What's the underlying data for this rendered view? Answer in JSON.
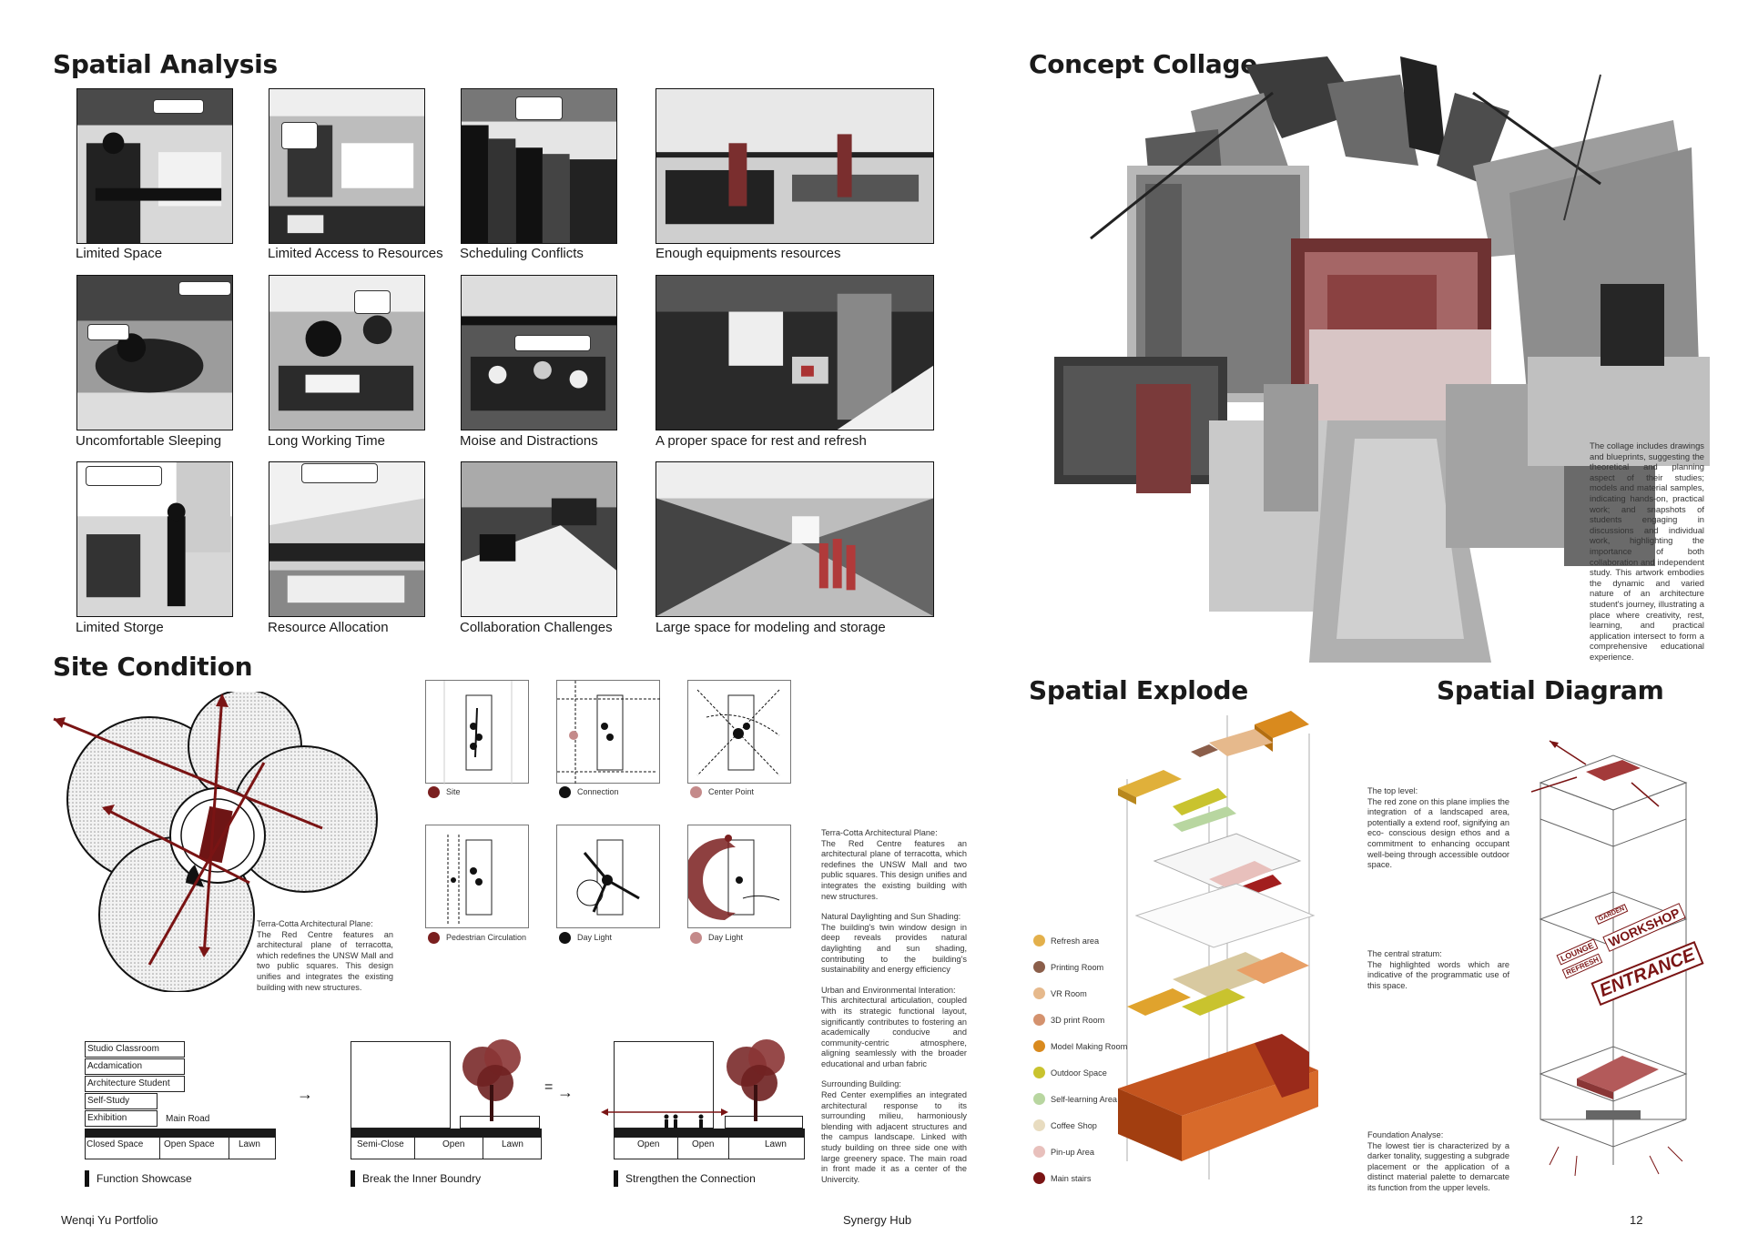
{
  "headings": {
    "spatial_analysis": "Spatial Analysis",
    "concept_collage": "Concept Collage",
    "site_condition": "Site Condition",
    "spatial_explode": "Spatial Explode",
    "spatial_diagram": "Spatial Diagram"
  },
  "photo_grid": [
    {
      "caption": "Limited Space"
    },
    {
      "caption": "Limited Access to Resources"
    },
    {
      "caption": "Scheduling Conflicts"
    },
    {
      "caption": "Enough equipments resources"
    },
    {
      "caption": "Uncomfortable Sleeping"
    },
    {
      "caption": "Long Working Time"
    },
    {
      "caption": "Moise and Distractions"
    },
    {
      "caption": "A proper space for rest and refresh"
    },
    {
      "caption": "Limited Storge"
    },
    {
      "caption": "Resource Allocation"
    },
    {
      "caption": "Collaboration Challenges"
    },
    {
      "caption": "Large space for modeling and storage"
    }
  ],
  "site": {
    "main_note_title": "Terra-Cotta Architectural Plane:",
    "main_note_body": "The Red Centre features an architectural plane of terracotta, which redefines the UNSW Mall and two public squares. This design unifies and integrates the existing building with new structures.",
    "minis": [
      {
        "label": "Site",
        "color": "#7a1f1f"
      },
      {
        "label": "Connection",
        "color": "#111111"
      },
      {
        "label": "Center Point",
        "color": "#c48a8a"
      },
      {
        "label": "Pedestrian Circulation",
        "color": "#7a1f1f"
      },
      {
        "label": "Day Light",
        "color": "#111111"
      },
      {
        "label": "Day Light",
        "color": "#c48a8a"
      }
    ],
    "paras": [
      {
        "title": "Terra-Cotta Architectural Plane:",
        "body": "The Red Centre features an architectural plane of terracotta, which redefines the UNSW Mall and two public squares. This design unifies and integrates the existing building with new structures."
      },
      {
        "title": "Natural Daylighting and Sun Shading:",
        "body": "The building's twin window design in deep reveals provides natural daylighting and sun shading, contributing to the building's sustainability and energy efficiency"
      },
      {
        "title": "Urban and Environmental Interation:",
        "body": "This architectural articulation, coupled with its strategic functional layout, significantly contributes to fostering an academically conducive and community-centric atmosphere, aligning seamlessly with the broader educational and urban fabric"
      },
      {
        "title": "Surrounding Building:",
        "body": "Red Center exemplifies an integrated architectural response to its surrounding milieu, harmoniously blending with adjacent structures and the campus landscape. Linked with study building on three side one with large greenery space. The main road in front made it as a center of the Univercity."
      }
    ],
    "stack": [
      "Studio Classroom",
      "Acdamication",
      "Architecture Student",
      "Self-Study",
      "Exhibition"
    ],
    "main_road": "Main Road",
    "block1_cells": [
      "Closed Space",
      "Open Space",
      "Lawn"
    ],
    "block1_caption": "Function Showcase",
    "block2_cells": [
      "Semi-Close",
      "Open",
      "Lawn"
    ],
    "block2_caption": "Break the Inner Boundry",
    "block3_cells": [
      "Open",
      "Open",
      "Lawn"
    ],
    "block3_caption": "Strengthen the Connection",
    "arrow": "→",
    "equals": "=",
    "arrow2": "→"
  },
  "collage": {
    "text": "The collage includes drawings and blueprints, suggesting the theoretical and planning aspect of their studies; models and material samples, indicating hands-on, practical work; and snapshots of students engaging in discussions and individual work, highlighting the importance of both collaboration and independent study. This artwork embodies the dynamic and varied nature of an architecture student's journey, illustrating a place where creativity, rest, learning, and practical application intersect to form a comprehensive educational experience."
  },
  "explode_legend": [
    {
      "label": "Refresh area",
      "color": "#e3b04b"
    },
    {
      "label": "Printing Room",
      "color": "#8b5e4a"
    },
    {
      "label": "VR Room",
      "color": "#e6b98c"
    },
    {
      "label": "3D print Room",
      "color": "#d4926e"
    },
    {
      "label": "Model Making Room",
      "color": "#d98a1e"
    },
    {
      "label": "Outdoor Space",
      "color": "#c9c32e"
    },
    {
      "label": "Self-learning Area",
      "color": "#b8d6a0"
    },
    {
      "label": "Coffee Shop",
      "color": "#e8dcc0"
    },
    {
      "label": "Pin-up Area",
      "color": "#e8c0bc"
    },
    {
      "label": "Main stairs",
      "color": "#7a1414"
    }
  ],
  "diagram": {
    "top": "The top level:\nThe red zone on this plane implies the integration of a landscaped area, potentially a extend roof, signifying an eco- conscious design ethos and a commitment to enhancing occupant well-being through accessible outdoor space.",
    "central": "The central stratum:\nThe highlighted words which are indicative of the programmatic use of this space.",
    "foundation": "Foundation Analyse:\nThe lowest tier is characterized by a darker tonality, suggesting a subgrade placement or the application of a distinct material palette to demarcate its function from the upper levels.",
    "words": {
      "workshop": "WORKSHOP",
      "lounge": "LOUNGE",
      "refresh": "REFRESH",
      "garden": "GARDEN",
      "entrance": "ENTRANCE"
    }
  },
  "footer": {
    "left": "Wenqi Yu Portfolio",
    "center": "Synergy Hub",
    "page": "12"
  }
}
